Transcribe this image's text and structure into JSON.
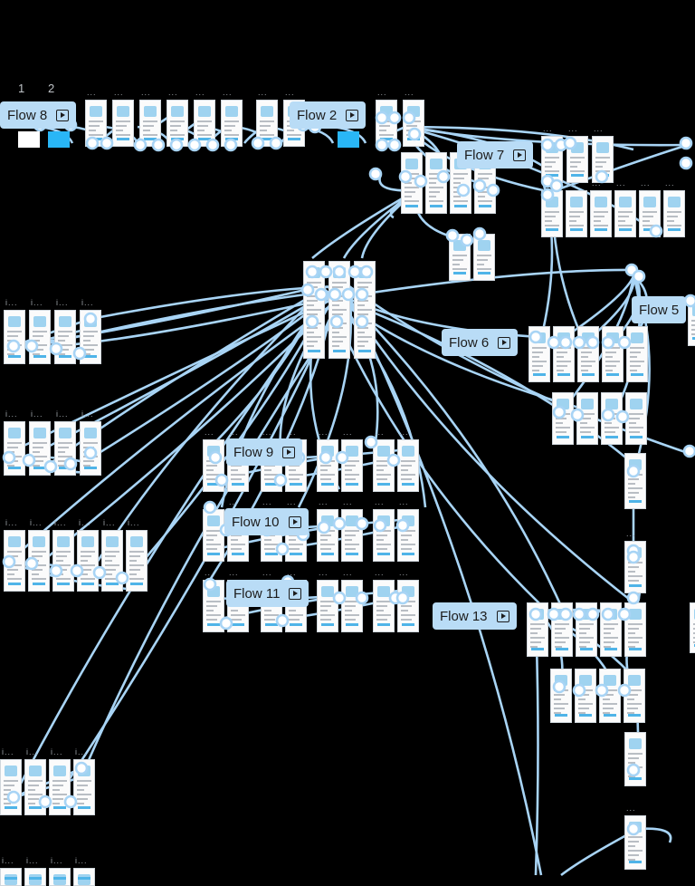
{
  "canvas": {
    "background": "#000000",
    "connector_color": "#a8d4f5",
    "node_fill": "#ffffff"
  },
  "top_numbers": [
    "1",
    "2"
  ],
  "frame_menu_text": "...",
  "frame_truncated_text": "i...",
  "flows": [
    {
      "label": "Flow 8",
      "icon": "play-icon"
    },
    {
      "label": "Flow 2",
      "icon": "play-icon"
    },
    {
      "label": "Flow 7",
      "icon": "play-icon"
    },
    {
      "label": "Flow 5",
      "icon": ""
    },
    {
      "label": "Flow 6",
      "icon": "play-icon"
    },
    {
      "label": "Flow 9",
      "icon": "play-icon"
    },
    {
      "label": "Flow 10",
      "icon": "play-icon"
    },
    {
      "label": "Flow 11",
      "icon": "play-icon"
    },
    {
      "label": "Flow 13",
      "icon": "play-icon"
    }
  ],
  "swatches": [
    {
      "color": "#ffffff"
    },
    {
      "color": "#29b6f6"
    },
    {
      "color": "#29b6f6"
    }
  ]
}
